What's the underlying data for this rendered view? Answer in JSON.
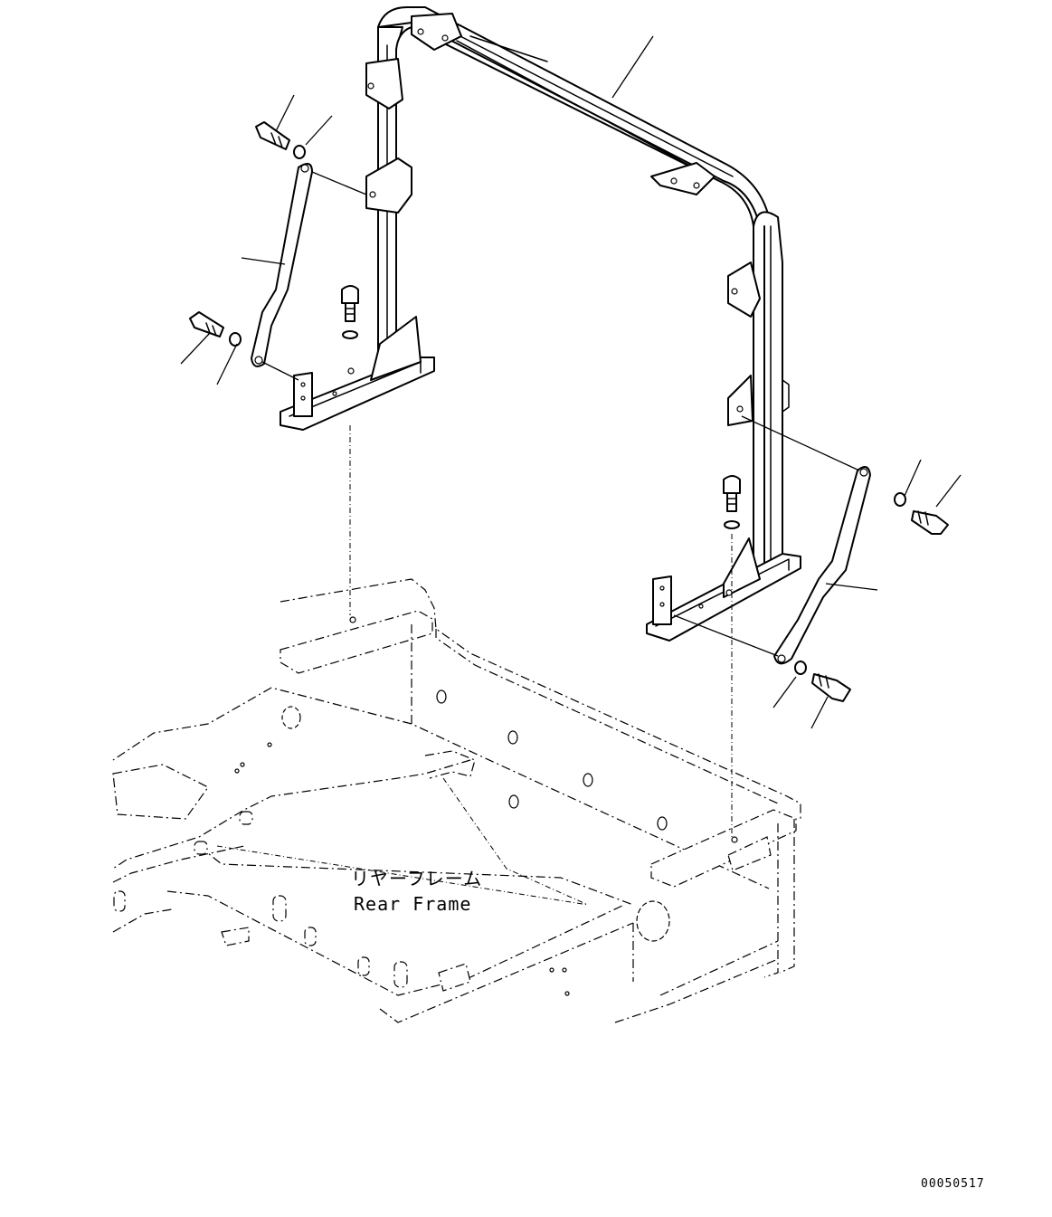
{
  "labels": {
    "frame_jp": "リヤーフレーム",
    "frame_en": "Rear Frame"
  },
  "drawing_id": "00050517"
}
